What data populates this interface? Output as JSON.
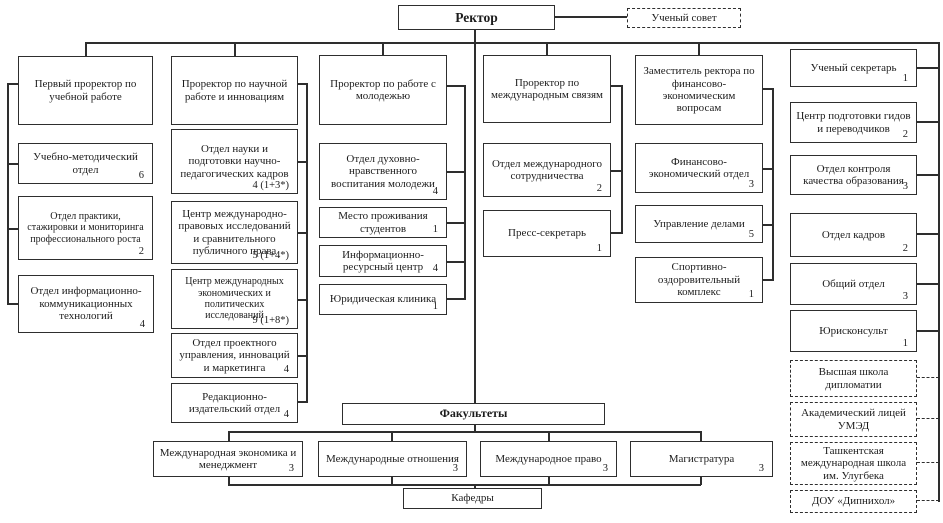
{
  "rector": {
    "label": "Ректор"
  },
  "academic_council": {
    "label": "Ученый совет"
  },
  "columns": [
    {
      "head": "Первый проректор по учебной работе",
      "units": [
        {
          "label": "Учебно-методический отдел",
          "count": "6"
        },
        {
          "label": "Отдел практики, стажировки и мониторинга профессионального роста",
          "count": "2"
        },
        {
          "label": "Отдел информационно-коммуникационных технологий",
          "count": "4"
        }
      ]
    },
    {
      "head": "Проректор по научной работе и инновациям",
      "units": [
        {
          "label": "Отдел науки и подготовки научно-педагогических кадров",
          "count": "4 (1+3*)"
        },
        {
          "label": "Центр международно-правовых исследований и сравнительного публичного права",
          "count": "5 (1+4*)"
        },
        {
          "label": "Центр международных экономических и политических исследований",
          "count": "9 (1+8*)"
        },
        {
          "label": "Отдел проектного управления, инноваций и маркетинга",
          "count": "4"
        },
        {
          "label": "Редакционно-издательский отдел",
          "count": "4"
        }
      ]
    },
    {
      "head": "Проректор по работе с молодежью",
      "units": [
        {
          "label": "Отдел духовно-нравственного воспитания молодежи",
          "count": "4"
        },
        {
          "label": "Место проживания студентов",
          "count": "1"
        },
        {
          "label": "Информационно-ресурсный центр",
          "count": "4"
        },
        {
          "label": "Юридическая клиника",
          "count": "1"
        }
      ]
    },
    {
      "head": "Проректор по международным связям",
      "units": [
        {
          "label": "Отдел международного сотрудничества",
          "count": "2"
        },
        {
          "label": "Пресс-секретарь",
          "count": "1"
        }
      ]
    },
    {
      "head": "Заместитель ректора по финансово-экономическим вопросам",
      "units": [
        {
          "label": "Финансово-экономический отдел",
          "count": "3"
        },
        {
          "label": "Управление делами",
          "count": "5"
        },
        {
          "label": "Спортивно-оздоровительный комплекс",
          "count": "1"
        }
      ]
    }
  ],
  "right_column": {
    "units": [
      {
        "label": "Ученый секретарь",
        "count": "1"
      },
      {
        "label": "Центр подготовки гидов и переводчиков",
        "count": "2"
      },
      {
        "label": "Отдел контроля качества образования",
        "count": "3"
      },
      {
        "label": "Отдел кадров",
        "count": "2"
      },
      {
        "label": "Общий отдел",
        "count": "3"
      },
      {
        "label": "Юрисконсульт",
        "count": "1"
      }
    ],
    "affiliated": [
      {
        "label": "Высшая школа дипломатии"
      },
      {
        "label": "Академический лицей УМЭД"
      },
      {
        "label": "Ташкентская международная школа им. Улугбека"
      },
      {
        "label": "ДОУ «Дипнихол»"
      }
    ]
  },
  "faculties_header": "Факультеты",
  "faculties": [
    {
      "label": "Международная экономика и менеджмент",
      "count": "3"
    },
    {
      "label": "Международные отношения",
      "count": "3"
    },
    {
      "label": "Международное право",
      "count": "3"
    },
    {
      "label": "Магистратура",
      "count": "3"
    }
  ],
  "departments_label": "Кафедры",
  "colors": {
    "line": "#2e2e2e",
    "background": "#ffffff"
  }
}
